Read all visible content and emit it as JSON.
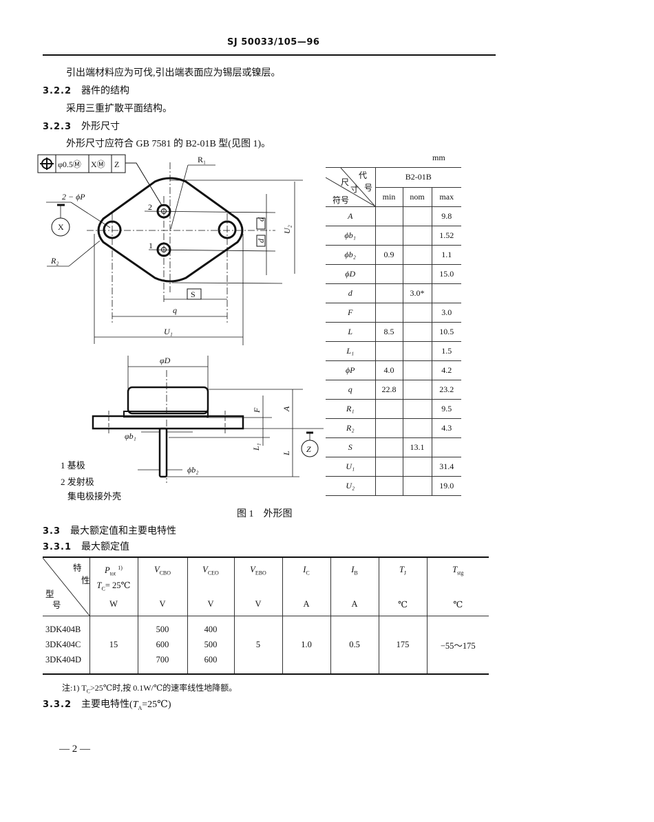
{
  "header": {
    "doc_number": "SJ 50033/105—96"
  },
  "paragraphs": {
    "lead_material": "引出端材料应为可伐,引出端表面应为锡层或镍层。",
    "s322_num": "3.2.2",
    "s322_title": "器件的结构",
    "structure": "采用三重扩散平面结构。",
    "s323_num": "3.2.3",
    "s323_title": "外形尺寸",
    "outline": "外形尺寸应符合 GB 7581 的 B2-01B 型(见图 1)。",
    "s33_num": "3.3",
    "s33_title": "最大额定值和主要电特性",
    "s331_num": "3.3.1",
    "s331_title": "最大额定值",
    "note": "注:1) T",
    "note_sub": "C",
    "note_rest": ">25℃时,按 0.1W/℃的速率线性地降额。",
    "s332_num": "3.3.2",
    "s332_title": "主要电特性(",
    "s332_ta": "T",
    "s332_ta_sub": "A",
    "s332_end": "=25℃)",
    "page_number": "— 2 —"
  },
  "figure": {
    "caption": "图 1　外形图",
    "fcf_tol": "φ0.5Ⓜ",
    "fcf_datum1": "XⓂ",
    "fcf_datum2": "Z",
    "label_R1": "R₁",
    "label_R2": "R₂",
    "label_2P": "2 − ϕP",
    "datum_X": "X",
    "datum_Z": "Z",
    "pin1": "1",
    "pin2": "2",
    "label_d": "d",
    "label_U2": "U₂",
    "label_S": "S",
    "label_q": "q",
    "label_U1": "U₁",
    "label_D": "φD",
    "label_b1": "φb₁",
    "label_b2": "ϕb₂",
    "label_F": "F",
    "label_A": "A",
    "label_L1": "L₁",
    "label_L": "L",
    "legend": [
      "1 基极",
      "2 发射极",
      "集电极接外壳"
    ]
  },
  "dimension_table": {
    "unit": "mm",
    "corner_top": "代",
    "corner_mid1": "尺",
    "corner_mid2": "寸",
    "corner_mid3": "号",
    "corner_bottom": "符号",
    "package": "B2-01B",
    "columns": [
      "min",
      "nom",
      "max"
    ],
    "rows": [
      {
        "symbol": "A",
        "min": "",
        "nom": "",
        "max": "9.8"
      },
      {
        "symbol": "ϕb₁",
        "min": "",
        "nom": "",
        "max": "1.52"
      },
      {
        "symbol": "ϕb₂",
        "min": "0.9",
        "nom": "",
        "max": "1.1"
      },
      {
        "symbol": "ϕD",
        "min": "",
        "nom": "",
        "max": "15.0"
      },
      {
        "symbol": "d",
        "min": "",
        "nom": "3.0*",
        "max": ""
      },
      {
        "symbol": "F",
        "min": "",
        "nom": "",
        "max": "3.0"
      },
      {
        "symbol": "L",
        "min": "8.5",
        "nom": "",
        "max": "10.5"
      },
      {
        "symbol": "L₁",
        "min": "",
        "nom": "",
        "max": "1.5"
      },
      {
        "symbol": "ϕP",
        "min": "4.0",
        "nom": "",
        "max": "4.2"
      },
      {
        "symbol": "q",
        "min": "22.8",
        "nom": "",
        "max": "23.2"
      },
      {
        "symbol": "R₁",
        "min": "",
        "nom": "",
        "max": "9.5"
      },
      {
        "symbol": "R₂",
        "min": "",
        "nom": "",
        "max": "4.3"
      },
      {
        "symbol": "S",
        "min": "",
        "nom": "13.1",
        "max": ""
      },
      {
        "symbol": "U₁",
        "min": "",
        "nom": "",
        "max": "31.4"
      },
      {
        "symbol": "U₂",
        "min": "",
        "nom": "",
        "max": "19.0"
      }
    ]
  },
  "ratings_table": {
    "corner_top1": "特",
    "corner_top2": "性",
    "corner_bottom1": "型",
    "corner_bottom2": "号",
    "columns": [
      {
        "symbol": "P",
        "sub": "tot",
        "sup": "1)",
        "cond": "T",
        "cond_sub": "C",
        "cond_rest": "= 25℃",
        "unit": "W"
      },
      {
        "symbol": "V",
        "sub": "CBO",
        "unit": "V"
      },
      {
        "symbol": "V",
        "sub": "CEO",
        "unit": "V"
      },
      {
        "symbol": "V",
        "sub": "EBO",
        "unit": "V"
      },
      {
        "symbol": "I",
        "sub": "C",
        "unit": "A"
      },
      {
        "symbol": "I",
        "sub": "B",
        "unit": "A"
      },
      {
        "symbol": "T",
        "sub": "J",
        "unit": "℃"
      },
      {
        "symbol": "T",
        "sub": "stg",
        "unit": "℃"
      }
    ],
    "models": [
      "3DK404B",
      "3DK404C",
      "3DK404D"
    ],
    "ptot": "15",
    "vcbo": [
      "500",
      "600",
      "700"
    ],
    "vceo": [
      "400",
      "500",
      "600"
    ],
    "vebo": "5",
    "ic": "1.0",
    "ib": "0.5",
    "tj": "175",
    "tstg": "−55～175"
  }
}
